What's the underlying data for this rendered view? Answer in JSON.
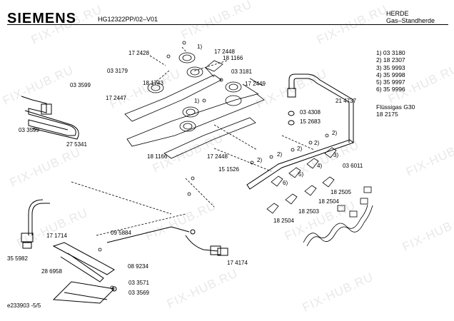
{
  "header": {
    "brand": "SIEMENS",
    "model": "HG12322PP/02–V01",
    "category_line1": "HERDE",
    "category_line2": "Gas–Standherde"
  },
  "legend": [
    "1) 03 3180",
    "2) 18 2307",
    "3) 35 9993",
    "4) 35 9998",
    "5) 35 9997",
    "6) 35 9996"
  ],
  "lpg_note": {
    "title": "Flüssigas G30",
    "part": "18 2175"
  },
  "footer": "e233903  -5/5",
  "watermark": "FIX-HUB.RU",
  "parts": [
    "1)",
    "17 2428",
    "17 2448",
    "18 1166",
    "03 3179",
    "03 3181",
    "18 1743",
    "17 2447",
    "17 2449",
    "03 3599",
    "03 3599",
    "27 5341",
    "1)",
    "18 1166",
    "17 2448",
    "21 4737",
    "03 4308",
    "15 2683",
    "2)",
    "2)",
    "2)",
    "2)",
    "2)",
    "3)",
    "4)",
    "5)",
    "6)",
    "15 1526",
    "03 6011",
    "18 2505",
    "18 2504",
    "18 2503",
    "18 2504",
    "17 1714",
    "09 5884",
    "35 5982",
    "28 6958",
    "08 9234",
    "17 4174",
    "03 3571",
    "03 3569"
  ]
}
